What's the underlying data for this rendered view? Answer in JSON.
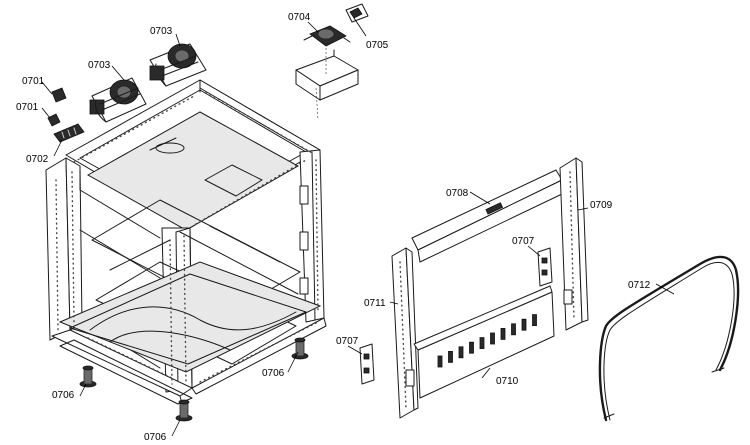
{
  "callouts": [
    {
      "id": "c0704",
      "text": "0704"
    },
    {
      "id": "c0705",
      "text": "0705"
    },
    {
      "id": "c0703a",
      "text": "0703"
    },
    {
      "id": "c0703b",
      "text": "0703"
    },
    {
      "id": "c0701a",
      "text": "0701"
    },
    {
      "id": "c0701b",
      "text": "0701"
    },
    {
      "id": "c0702",
      "text": "0702"
    },
    {
      "id": "c0708",
      "text": "0708"
    },
    {
      "id": "c0709",
      "text": "0709"
    },
    {
      "id": "c0707a",
      "text": "0707"
    },
    {
      "id": "c0711",
      "text": "0711"
    },
    {
      "id": "c0712",
      "text": "0712"
    },
    {
      "id": "c0707b",
      "text": "0707"
    },
    {
      "id": "c0706a",
      "text": "0706"
    },
    {
      "id": "c0710",
      "text": "0710"
    },
    {
      "id": "c0706b",
      "text": "0706"
    },
    {
      "id": "c0706c",
      "text": "0706"
    }
  ]
}
